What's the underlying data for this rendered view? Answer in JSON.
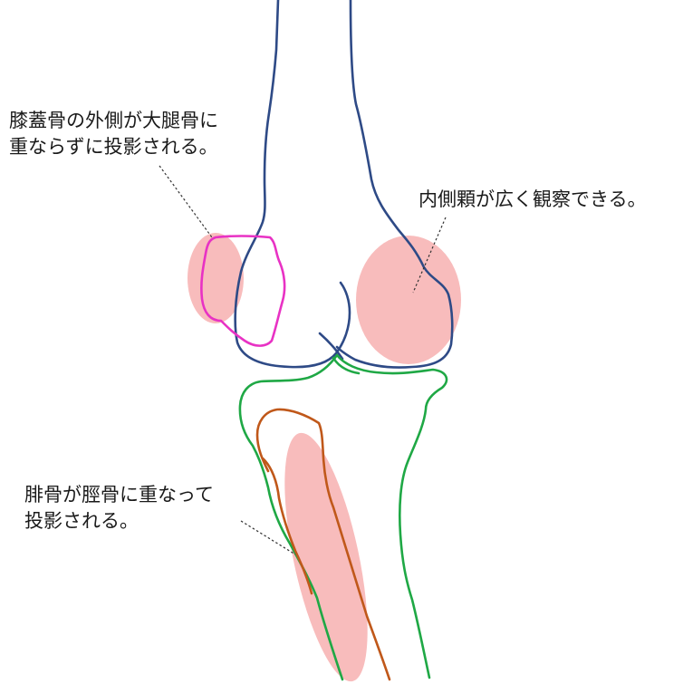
{
  "annotations": {
    "patella": {
      "lines": [
        "膝蓋骨の外側が大腿骨に",
        "重ならずに投影される。"
      ]
    },
    "medial_condyle": {
      "lines": [
        "内側顆が広く観察できる。"
      ]
    },
    "fibula": {
      "lines": [
        "腓骨が脛骨に重なって",
        "投影される。"
      ]
    }
  },
  "colors": {
    "femur": "#2e4a86",
    "patella": "#e832c4",
    "tibia": "#1fa845",
    "fibula": "#c0581a",
    "highlight": "#f8bcbc",
    "leader": "#333333",
    "text": "#1a1a1a"
  }
}
